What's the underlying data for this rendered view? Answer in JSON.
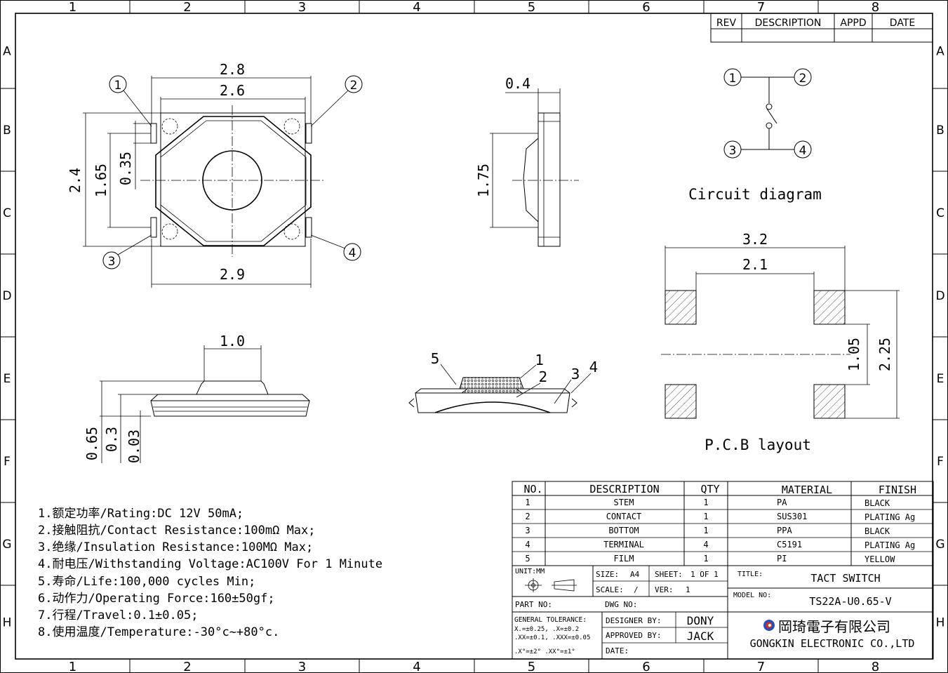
{
  "frame": {
    "columns": [
      "1",
      "2",
      "3",
      "4",
      "5",
      "6",
      "7",
      "8"
    ],
    "rows": [
      "A",
      "B",
      "C",
      "D",
      "E",
      "F",
      "G",
      "H"
    ]
  },
  "revision_table": {
    "headers": [
      "REV",
      "DESCRIPTION",
      "APPD",
      "DATE"
    ]
  },
  "top_view": {
    "dims": {
      "width_outer": "2.8",
      "width_inner": "2.6",
      "body_width": "2.9",
      "height": "2.4",
      "pin_pitch": "1.65",
      "pin_width": "0.35"
    },
    "pins": [
      "1",
      "2",
      "3",
      "4"
    ]
  },
  "side_view": {
    "dims": {
      "thickness": "0.4",
      "height": "1.75"
    }
  },
  "circuit": {
    "label": "Circuit diagram",
    "pins": [
      "1",
      "2",
      "3",
      "4"
    ]
  },
  "pcb": {
    "label": "P.C.B layout",
    "dims": {
      "outer": "3.2",
      "inner": "2.1",
      "pitch_inner": "1.05",
      "pitch_outer": "2.25"
    }
  },
  "front_view": {
    "dims": {
      "stem": "1.0",
      "total_height": "0.65",
      "base_height": "0.3",
      "gap": "0.03"
    }
  },
  "section_view": {
    "callouts": [
      "5",
      "1",
      "2",
      "3",
      "4"
    ]
  },
  "specs": [
    "1.额定功率/Rating:DC 12V 50mA;",
    "2.接触阻抗/Contact Resistance:100mΩ Max;",
    "3.绝缘/Insulation Resistance:100MΩ Max;",
    "4.耐电压/Withstanding Voltage:AC100V For 1 Minute",
    "5.寿命/Life:100,000 cycles Min;",
    "6.动作力/Operating Force:160±50gf;",
    "7.行程/Travel:0.1±0.05;",
    "8.使用温度/Temperature:-30°c~+80°c."
  ],
  "bom": {
    "headers": [
      "NO.",
      "DESCRIPTION",
      "QTY",
      "MATERIAL",
      "FINISH"
    ],
    "rows": [
      [
        "1",
        "STEM",
        "1",
        "PA",
        "BLACK"
      ],
      [
        "2",
        "CONTACT",
        "1",
        "SUS301",
        "PLATING Ag"
      ],
      [
        "3",
        "BOTTOM",
        "1",
        "PPA",
        "BLACK"
      ],
      [
        "4",
        "TERMINAL",
        "4",
        "C5191",
        "PLATING Ag"
      ],
      [
        "5",
        "FILM",
        "1",
        "PI",
        "YELLOW"
      ]
    ]
  },
  "title_block": {
    "unit_label": "UNIT:MM",
    "size_label": "SIZE:",
    "size": "A4",
    "sheet_label": "SHEET:",
    "sheet": "1 OF 1",
    "scale_label": "SCALE:",
    "scale": "/",
    "ver_label": "VER:",
    "ver": "1",
    "title_label": "TITLE:",
    "title": "TACT SWITCH",
    "model_label": "MODEL NO:",
    "model": "TS22A-U0.65-V",
    "part_label": "PART NO:",
    "dwg_label": "DWG NO:",
    "tolerance_title": "GENERAL TOLERANCE:",
    "tolerance_1": "X.=±0.25,   .X=±0.2",
    "tolerance_2": ".XX=±0.1, .XXX=±0.05",
    "tolerance_3": ".X°=±2°  .XX°=±1°",
    "designer_label": "DESIGNER BY:",
    "designer": "DONY",
    "approved_label": "APPROVED BY:",
    "approver": "JACK",
    "date_label": "DATE:",
    "company_cn": "岡琦電子有限公司",
    "company_en": "GONGKIN ELECTRONIC CO.,LTD"
  }
}
